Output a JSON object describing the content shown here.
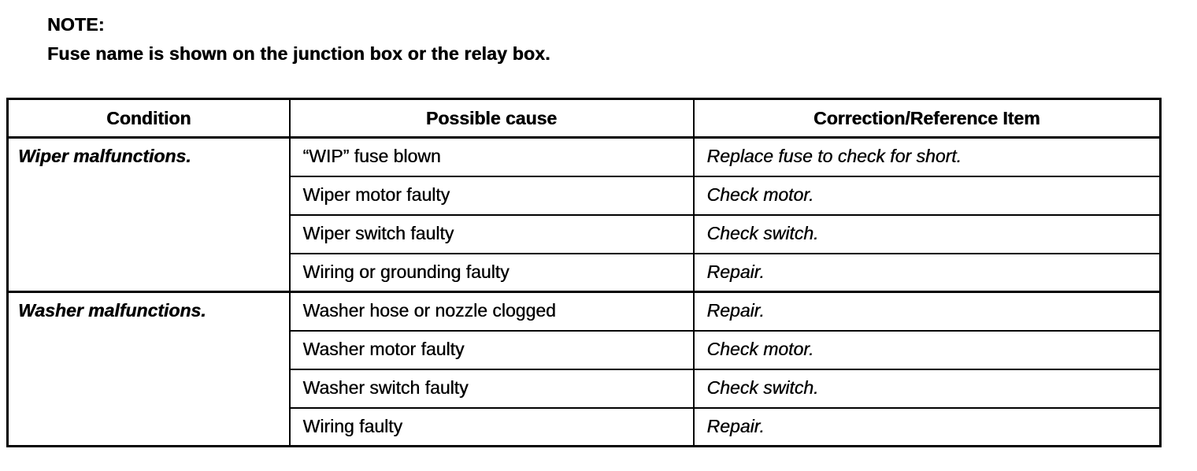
{
  "page": {
    "background": "#ffffff",
    "text_color": "#000000",
    "border_color": "#000000"
  },
  "note": {
    "label": "NOTE:",
    "text": "Fuse name is shown on the junction box or the relay box."
  },
  "table": {
    "headers": [
      "Condition",
      "Possible cause",
      "Correction/Reference Item"
    ],
    "sections": [
      {
        "condition": "Wiper malfunctions.",
        "rows": [
          {
            "cause": "“WIP” fuse blown",
            "correction": "Replace fuse to check for short."
          },
          {
            "cause": "Wiper motor faulty",
            "correction": "Check motor."
          },
          {
            "cause": "Wiper switch faulty",
            "correction": "Check switch."
          },
          {
            "cause": "Wiring or grounding faulty",
            "correction": "Repair."
          }
        ]
      },
      {
        "condition": "Washer malfunctions.",
        "rows": [
          {
            "cause": "Washer hose or nozzle clogged",
            "correction": "Repair."
          },
          {
            "cause": "Washer motor faulty",
            "correction": "Check motor."
          },
          {
            "cause": "Washer switch faulty",
            "correction": "Check switch."
          },
          {
            "cause": "Wiring faulty",
            "correction": "Repair."
          }
        ]
      }
    ]
  }
}
